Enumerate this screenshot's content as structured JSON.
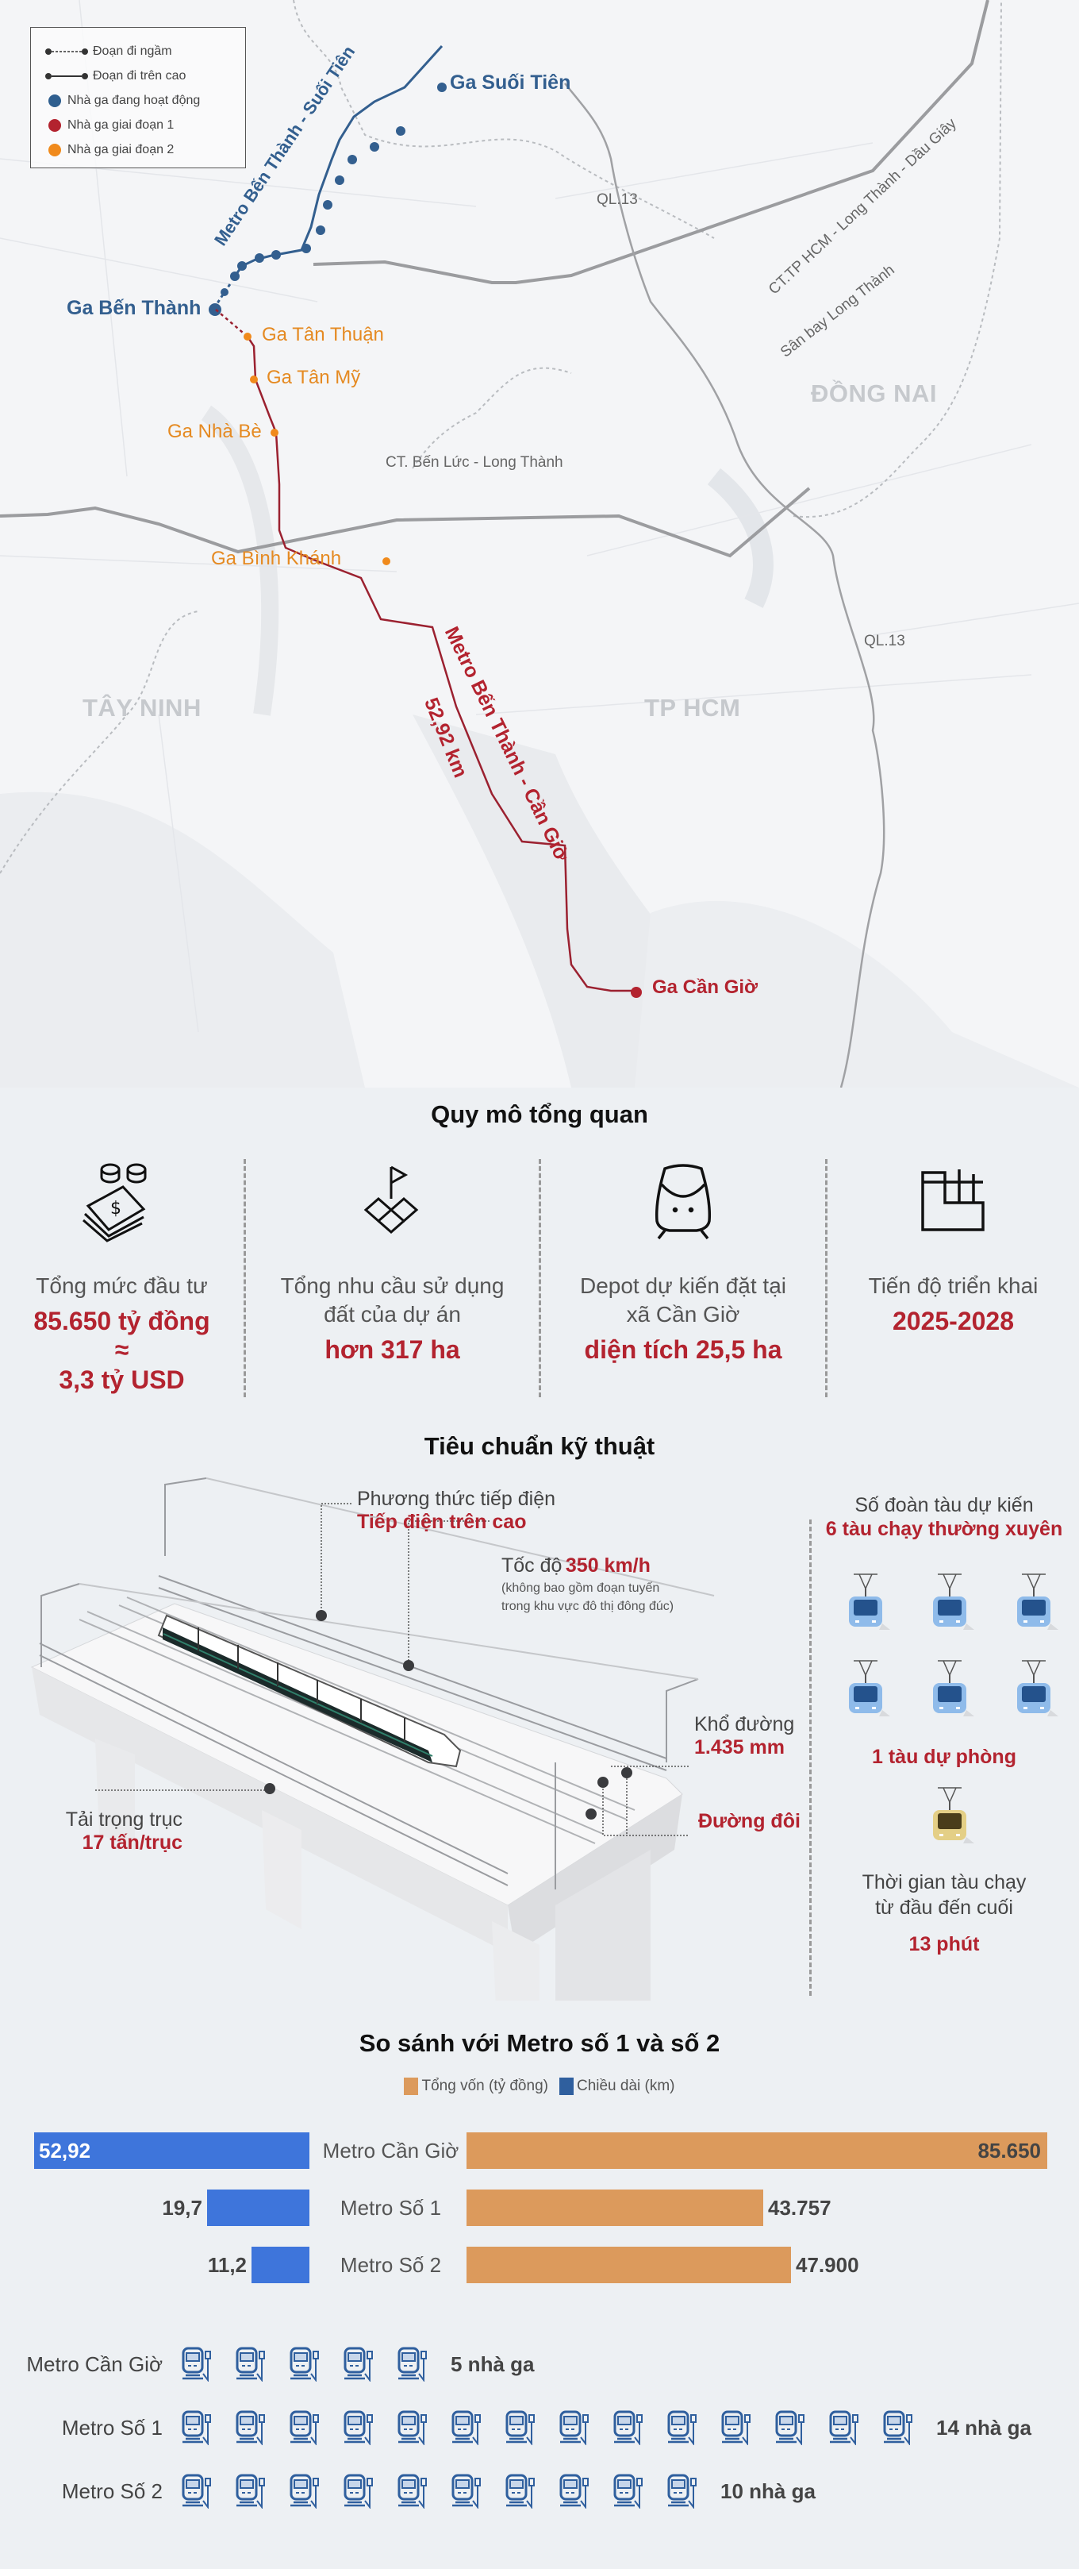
{
  "map": {
    "legend": [
      {
        "label": "Đoạn đi ngầm",
        "type": "dashed-line"
      },
      {
        "label": "Đoạn đi trên cao",
        "type": "solid-line"
      },
      {
        "label": "Nhà ga đang hoạt động",
        "type": "dot",
        "color": "#2f5f8f"
      },
      {
        "label": "Nhà ga giai đoạn 1",
        "type": "dot",
        "color": "#b3232f"
      },
      {
        "label": "Nhà ga giai đoạn 2",
        "type": "dot",
        "color": "#f08a1c"
      }
    ],
    "stations": {
      "suoi_tien": "Ga Suối Tiên",
      "ben_thanh": "Ga Bến Thành",
      "tan_thuan": "Ga Tân Thuận",
      "tan_my": "Ga Tân Mỹ",
      "nha_be": "Ga Nhà Bè",
      "binh_khanh": "Ga Bình Khánh",
      "can_gio": "Ga Cần Giờ"
    },
    "lines": {
      "line1_name": "Metro Bến Thành - Suối Tiên",
      "cangio_name": "Metro Bến Thành - Cần Giờ",
      "cangio_length": "52,92 km"
    },
    "roads": {
      "ql13_top": "QL.13",
      "ql13_bottom": "QL.13",
      "ct_hcm_lt_dg": "CT.TP HCM - Long Thành - Dầu Giây",
      "airport": "Sân bay Long Thành",
      "ct_bl_lt": "CT. Bến Lức - Long Thành"
    },
    "regions": {
      "dong_nai": "ĐỒNG NAI",
      "tay_ninh": "TÂY NINH",
      "tp_hcm": "TP HCM"
    }
  },
  "overview": {
    "title": "Quy mô tổng quan",
    "items": [
      {
        "icon": "money-icon",
        "label": "Tổng mức đầu tư",
        "value_lines": [
          "85.650 tỷ đồng",
          "≈",
          "3,3 tỷ USD"
        ]
      },
      {
        "icon": "land-flag-icon",
        "label_lines": [
          "Tổng nhu cầu sử dụng",
          "đất của dự án"
        ],
        "value": "hơn 317 ha"
      },
      {
        "icon": "train-front-icon",
        "label_lines": [
          "Depot dự kiến đặt tại",
          "xã Cần Giờ"
        ],
        "value": "diện tích 25,5 ha"
      },
      {
        "icon": "progress-icon",
        "label": "Tiến độ triển khai",
        "value": "2025-2028"
      }
    ]
  },
  "tech": {
    "title": "Tiêu chuẩn kỹ thuật",
    "power": {
      "label": "Phương thức tiếp điện",
      "value": "Tiếp điện trên cao"
    },
    "speed": {
      "label": "Tốc độ",
      "value": "350 km/h",
      "note_lines": [
        "(không bao gồm đoạn tuyến",
        "trong khu vực đô thị đông đúc)"
      ]
    },
    "gauge": {
      "label": "Khổ đường",
      "value": "1.435 mm"
    },
    "track": {
      "value": "Đường đôi"
    },
    "axle": {
      "label": "Tải trọng trục",
      "value": "17 tấn/trục"
    },
    "trains": {
      "label": "Số đoàn tàu dự kiến",
      "regular": "6 tàu chạy thường xuyên",
      "regular_count": 6,
      "reserve": "1 tàu dự phòng",
      "reserve_count": 1,
      "time_label_lines": [
        "Thời gian tàu chạy",
        "từ đầu đến cuối"
      ],
      "time_value": "13 phút"
    }
  },
  "comparison": {
    "title": "So sánh với Metro số 1 và số 2",
    "legend": [
      {
        "label": "Tổng vốn (tỷ đồng)",
        "color": "#dc9a5c"
      },
      {
        "label": "Chiều dài (km)",
        "color": "#2f5f9e"
      }
    ],
    "rows": [
      {
        "name": "Metro Cần Giờ",
        "length": "52,92",
        "capital": "85.650"
      },
      {
        "name": "Metro Số 1",
        "length": "19,7",
        "capital": "43.757"
      },
      {
        "name": "Metro Số 2",
        "length": "11,2",
        "capital": "47.900"
      }
    ],
    "stations": [
      {
        "name": "Metro Cần Giờ",
        "count": 5,
        "label": "5 nhà ga"
      },
      {
        "name": "Metro Số 1",
        "count": 14,
        "label": "14 nhà ga"
      },
      {
        "name": "Metro Số 2",
        "count": 10,
        "label": "10 nhà ga"
      }
    ]
  },
  "chart_data": {
    "type": "bar",
    "title": "So sánh với Metro số 1 và số 2",
    "categories": [
      "Metro Cần Giờ",
      "Metro Số 1",
      "Metro Số 2"
    ],
    "series": [
      {
        "name": "Chiều dài (km)",
        "values": [
          52.92,
          19.7,
          11.2
        ]
      },
      {
        "name": "Tổng vốn (tỷ đồng)",
        "values": [
          85650,
          43757,
          47900
        ]
      },
      {
        "name": "Số nhà ga",
        "values": [
          5,
          14,
          10
        ]
      }
    ],
    "legend_position": "top",
    "orientation": "horizontal-butterfly"
  },
  "colors": {
    "accent_red": "#b3232f",
    "blue_station": "#335f8f",
    "orange_station": "#e58a22",
    "bar_blue": "#3e75db",
    "bar_orange": "#dc9a5c"
  }
}
